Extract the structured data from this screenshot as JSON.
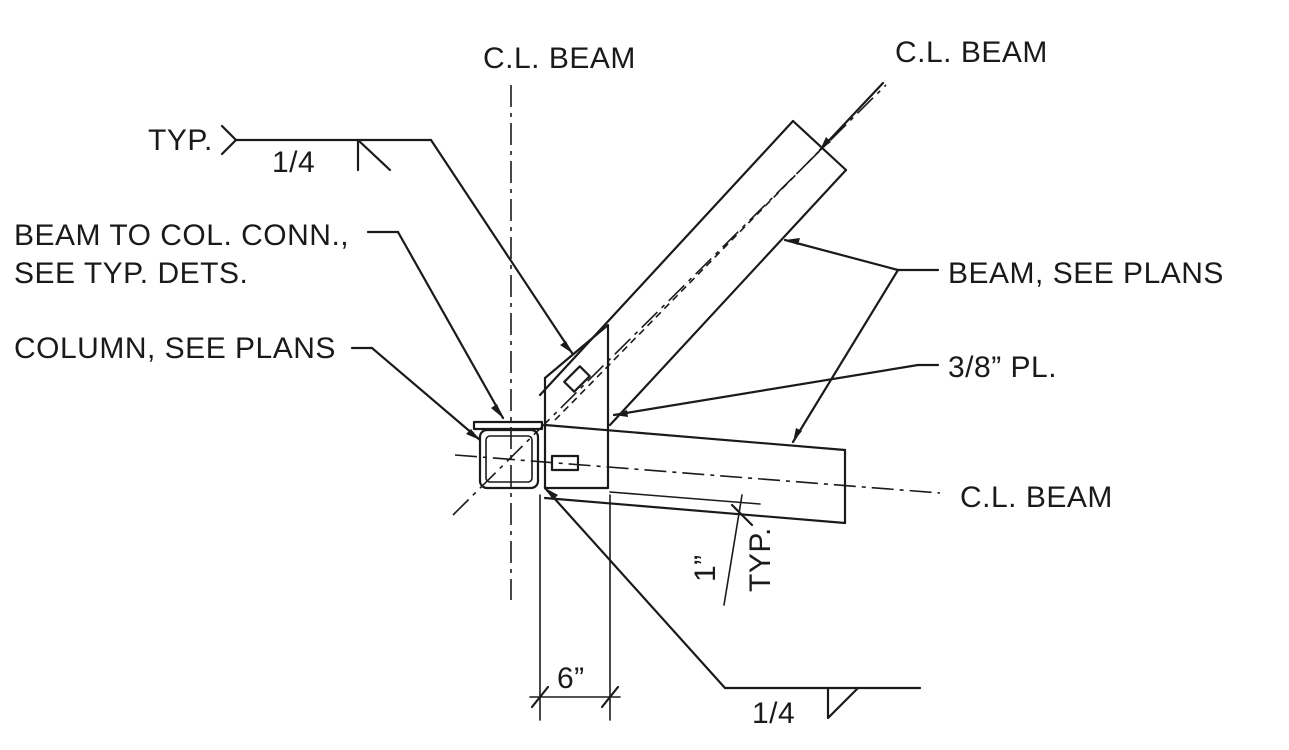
{
  "labels": {
    "cl_beam_vertical": "C.L. BEAM",
    "cl_beam_diagonal": "C.L. BEAM",
    "cl_beam_horizontal": "C.L. BEAM",
    "typ_weld": "TYP.",
    "weld_size_top": "1/4",
    "beam_to_col_line1": "BEAM TO COL. CONN.,",
    "beam_to_col_line2": "SEE TYP. DETS.",
    "column": "COLUMN, SEE PLANS",
    "beam_see_plans": "BEAM, SEE PLANS",
    "plate": "3/8” PL.",
    "edge_dim": "1”",
    "edge_dim_typ": "TYP.",
    "plate_width_dim": "6”",
    "weld_size_bottom": "1/4"
  }
}
